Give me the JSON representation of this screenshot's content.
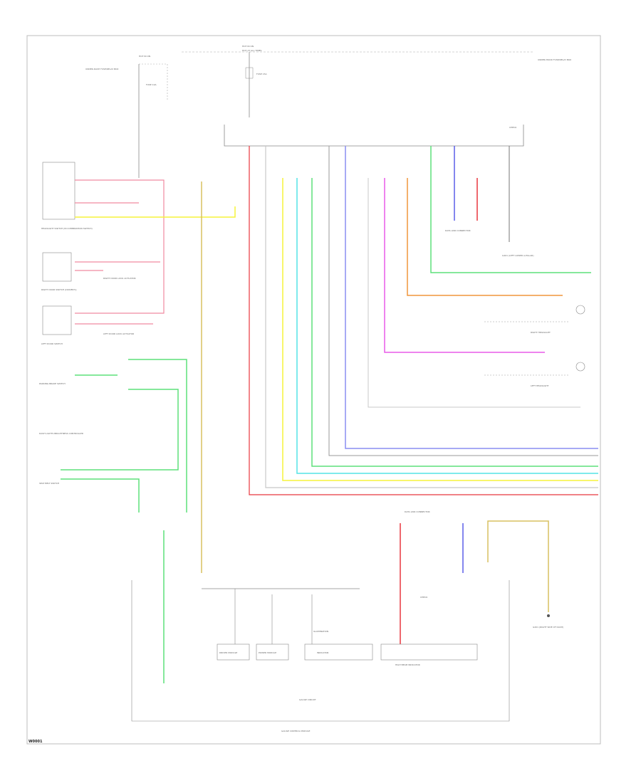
{
  "diagram": {
    "footer_code": "W0001",
    "labels": {
      "hot_in_on": "HOT IN ON",
      "hot_at_all_times": "HOT AT ALL TIMES",
      "fuse_a": "FUSE 15A",
      "fuse_b": "FUSE 10A",
      "underdash_top": "UNDER-DASH FUSE/RELAY BOX",
      "underhood": "UNDER-HOOD FUSE/RELAY BOX",
      "combination_switch": "HEADLIGHT SWITCH (IN COMBINATION SWITCH)",
      "right_switch": "RIGHT DOOR SWITCH (DRIVER'S)",
      "right_door_lock": "RIGHT DOOR LOCK ACTUATOR",
      "left_switch": "LEFT DOOR SWITCH",
      "left_door_lock": "LEFT DOOR LOCK ACTUATOR",
      "parking_brake": "PARKING BRAKE SWITCH",
      "seat_belt_switch": "SEAT BELT SWITCH",
      "dimmer": "DASH LIGHTS BRIGHTNESS CONTROLLER",
      "gauge_control": "GAUGE CONTROL MODULE",
      "gauge_circuit": "GAUGE CIRCUIT",
      "right_hi_beam": "RIGHT HEADLIGHT",
      "left_hi_beam": "LEFT HEADLIGHT",
      "ground_rear": "G401 (LEFT LOWER A-PILLAR)",
      "ground_bottom": "G201 (RIGHT SIDE OF DASH)",
      "connector_top": "DATA LINK CONNECTOR",
      "connector_bottom": "DATA LINK CONNECTOR",
      "driver_module": "DRIVER MODULE",
      "power_module": "POWER MODULE",
      "indicator": "INDICATOR",
      "beam_indicator": "HIGH BEAM INDICATOR",
      "illumination": "ILLUMINATION",
      "check_box": "CHECK"
    },
    "wire_colors": {
      "red": "#e8363e",
      "pink": "#f08aa0",
      "yellow": "#f6f33a",
      "green": "#5de07a",
      "cyan": "#53e3e6",
      "blue": "#5a5ee8",
      "magenta": "#e85ae8",
      "orange": "#f0963c",
      "tan": "#d8c060",
      "gray": "#9a9a9a",
      "lightgray": "#c8c8c8"
    }
  }
}
